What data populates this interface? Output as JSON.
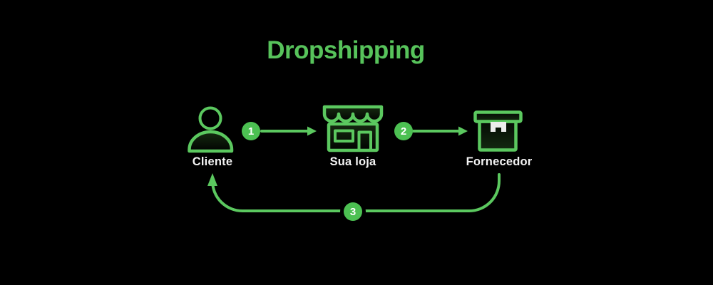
{
  "title": "Dropshipping",
  "colors": {
    "background": "#000000",
    "accent": "#5bc85f",
    "badge": "#4cc052",
    "text": "#f3f3f3",
    "title": "#57c35b"
  },
  "nodes": [
    {
      "label": "Cliente",
      "icon": "person-icon"
    },
    {
      "label": "Sua loja",
      "icon": "storefront-icon"
    },
    {
      "label": "Fornecedor",
      "icon": "package-box-icon"
    }
  ],
  "steps": [
    {
      "number": "1",
      "from": "Cliente",
      "to": "Sua loja"
    },
    {
      "number": "2",
      "from": "Sua loja",
      "to": "Fornecedor"
    },
    {
      "number": "3",
      "from": "Fornecedor",
      "to": "Cliente"
    }
  ]
}
